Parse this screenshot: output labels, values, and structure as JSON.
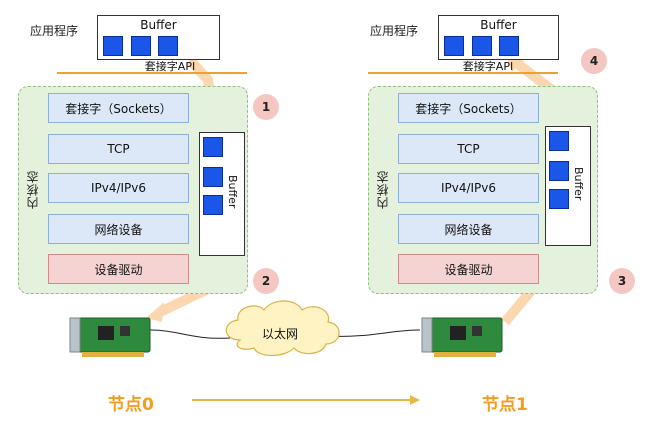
{
  "node0": {
    "app_label": "应用程序",
    "buffer_title": "Buffer",
    "api_label": "套接字API",
    "kernel_label": "内核态",
    "layers": [
      "套接字（Sockets）",
      "TCP",
      "IPv4/IPv6",
      "网络设备",
      "设备驱动"
    ],
    "kernel_buffer_label": "Buffer",
    "name": "节点0"
  },
  "node1": {
    "app_label": "应用程序",
    "buffer_title": "Buffer",
    "api_label": "套接字API",
    "kernel_label": "内核态",
    "layers": [
      "套接字（Sockets）",
      "TCP",
      "IPv4/IPv6",
      "网络设备",
      "设备驱动"
    ],
    "kernel_buffer_label": "Buffer",
    "name": "节点1"
  },
  "steps": [
    "1",
    "2",
    "3",
    "4"
  ],
  "network_label": "以太网",
  "colors": {
    "arrow": "#fbd7b0",
    "accent": "#f39c1e",
    "packet": "#1a56e8",
    "layer": "#dce8f7",
    "driver": "#f6d3d3",
    "kernel_bg": "#e4f2dd"
  }
}
